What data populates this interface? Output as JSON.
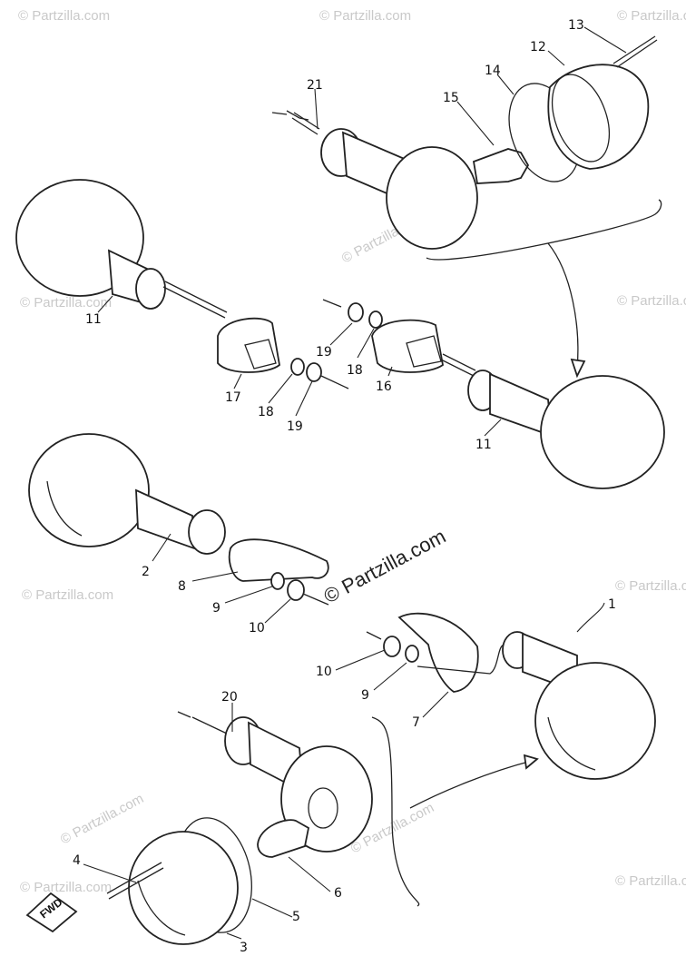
{
  "watermark": {
    "text": "© Partzilla.com",
    "center_text": "© Partzilla.com"
  },
  "fwd_label": "FWD",
  "callouts": {
    "c1": "1",
    "c2": "2",
    "c3": "3",
    "c4": "4",
    "c5": "5",
    "c6": "6",
    "c7": "7",
    "c8": "8",
    "c9a": "9",
    "c9b": "9",
    "c10a": "10",
    "c10b": "10",
    "c11a": "11",
    "c11b": "11",
    "c12": "12",
    "c13": "13",
    "c14": "14",
    "c15": "15",
    "c16": "16",
    "c17": "17",
    "c18a": "18",
    "c18b": "18",
    "c19a": "19",
    "c19b": "19",
    "c20": "20",
    "c21": "21"
  },
  "colors": {
    "line": "#222222",
    "watermark": "#c9c9c9",
    "background": "#ffffff"
  }
}
